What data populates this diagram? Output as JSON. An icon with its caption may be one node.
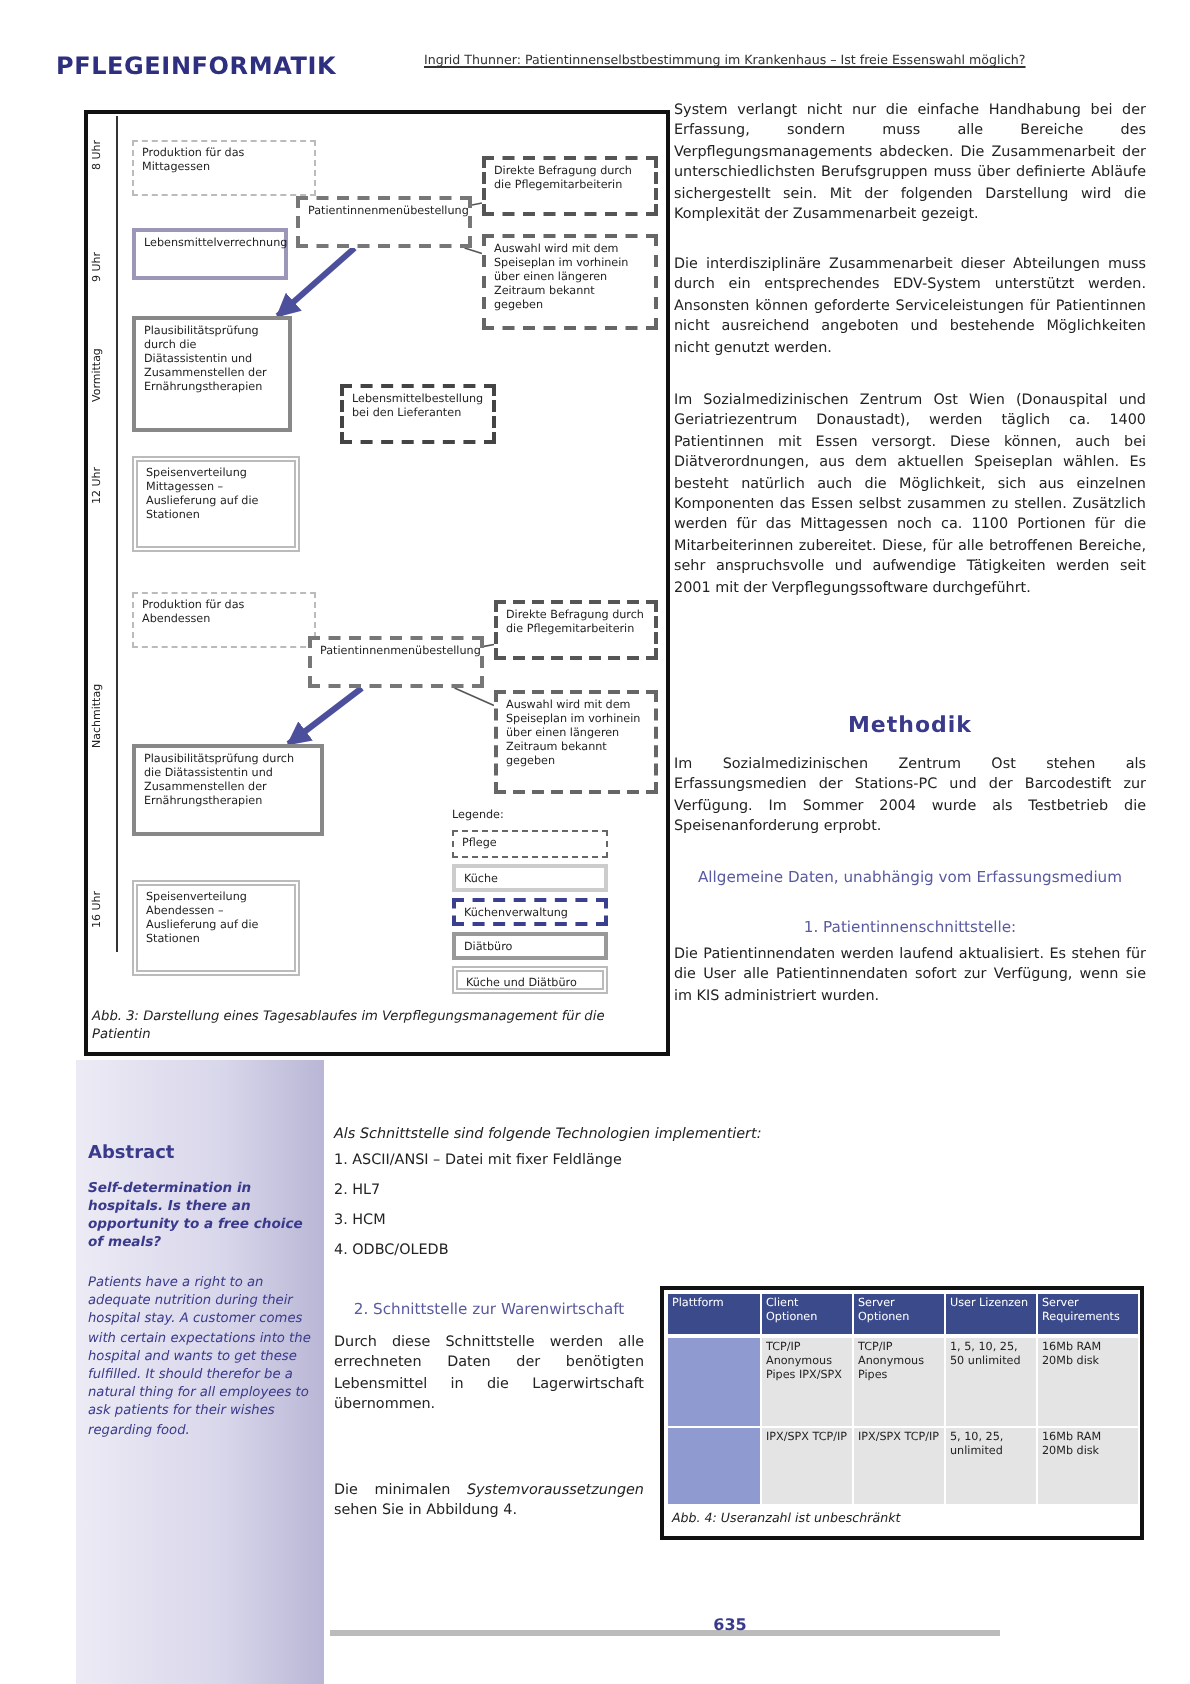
{
  "diagram": {
    "caption": "Abb. 3: Darstellung eines Tagesablaufes im Verpflegungsmanagement für die Patientin",
    "nodes": [
      {
        "text": [
          "Produktion für das Mittagessen"
        ]
      },
      {
        "text": [
          "Lebensmittelverrechnung"
        ]
      },
      {
        "text": [
          "Patientinnenmenübestellung"
        ]
      },
      {
        "text": [
          "Direkte Befragung durch die Pflegemitarbeiterin"
        ]
      },
      {
        "text": [
          "Auswahl wird mit dem Speiseplan im vorhinein über einen längeren Zeitraum bekannt gegeben"
        ]
      },
      {
        "text": [
          "Plausibilitätsprüfung durch die Diätassistentin und Zusammenstellen der Ernährungstherapien"
        ]
      },
      {
        "text": [
          "Lebensmittelbestellung bei den Lieferanten"
        ]
      },
      {
        "text": [
          "Speisenverteilung Mittagessen – Auslieferung auf die Stationen"
        ]
      },
      {
        "text": [
          "Produktion für das Abendessen"
        ]
      },
      {
        "text": [
          "Patientinnenmenübestellung"
        ]
      },
      {
        "text": [
          "Direkte Befragung durch die Pflegemitarbeiterin"
        ]
      },
      {
        "text": [
          "Auswahl wird mit dem Speiseplan im vorhinein über einen längeren Zeitraum bekannt gegeben"
        ]
      },
      {
        "text": [
          "Plausibilitätsprüfung durch die Diätassistentin und Zusammenstellen der Ernährungstherapien"
        ]
      },
      {
        "text": [
          "Speisenverteilung Abendessen – Auslieferung auf die Stationen"
        ]
      }
    ],
    "edges": [
      {
        "from": 2,
        "to": 5,
        "arrow": "to",
        "style": "thick",
        "color": "#4b4f9c"
      },
      {
        "from": 2,
        "to": 3,
        "arrow": "none"
      },
      {
        "from": 2,
        "to": 4,
        "arrow": "none"
      },
      {
        "from": 9,
        "to": 12,
        "arrow": "to",
        "style": "thick",
        "color": "#4b4f9c"
      },
      {
        "from": 9,
        "to": 10,
        "arrow": "none"
      },
      {
        "from": 9,
        "to": 11,
        "arrow": "none"
      }
    ],
    "labels": [
      "PFLEGEINFORMATIK",
      "Ingrid Thunner: Patientinnenselbstbestimmung im Krankenhaus – Ist freie Essenswahl möglich?",
      "8 Uhr",
      "9 Uhr",
      "Vormittag",
      "12 Uhr",
      "Nachmittag",
      "16 Uhr",
      "Legende:",
      "System verlangt nicht nur die einfache Handhabung bei der Erfassung, sondern muss alle Bereiche des Verpflegungsmanagements abdecken. Die Zusammenarbeit der unterschiedlichsten Berufsgruppen muss über definierte Abläufe sichergestellt sein. Mit der folgenden Darstellung wird die Komplexität der Zusammenarbeit gezeigt.",
      "Die interdisziplinäre Zusammenarbeit dieser Abteilungen muss durch ein entsprechendes EDV-System unterstützt werden. Ansonsten können geforderte Serviceleistungen für Patientinnen nicht ausreichend angeboten und bestehende Möglichkeiten nicht genutzt werden.",
      "Im Sozialmedizinischen Zentrum Ost Wien (Donauspital und Geriatriezentrum Donaustadt), werden täglich ca. 1400 Patientinnen mit Essen versorgt. Diese können, auch bei Diätverordnungen, aus dem aktuellen Speiseplan wählen. Es besteht natürlich auch die Möglichkeit, sich aus einzelnen Komponenten das Essen selbst zusammen zu stellen. Zusätzlich werden für das Mittagessen noch ca. 1100 Portionen für die Mitarbeiterinnen zubereitet. Diese, für alle betroffenen Bereiche, sehr anspruchsvolle und aufwendige Tätigkeiten werden seit 2001 mit der Verpflegungssoftware durchgeführt.",
      "Methodik",
      "Im Sozialmedizinischen Zentrum Ost stehen als Erfassungsmedien der Stations-PC und der Barcodestift zur Verfügung. Im Sommer 2004 wurde als Testbetrieb die Speisenanforderung erprobt.",
      "Allgemeine Daten, unabhängig vom Erfassungsmedium",
      "1. Patientinnenschnittstelle:",
      "Die Patientinnendaten werden laufend aktualisiert. Es stehen für die User alle Patientinnendaten sofort zur Verfügung, wenn sie im KIS administriert wurden.",
      "Abstract",
      "Self-determination in hospitals. Is there an opportunity to a free choice of meals?",
      "Patients have a right to an adequate nutrition during their hospital stay. A customer comes with certain expectations into the hospital and wants to get these fulfilled. It should therefor be a natural thing for all employees to ask patients for their wishes regarding food.",
      "Als Schnittstelle sind folgende Technologien implementiert:",
      "1. ASCII/ANSI – Datei mit fixer Feldlänge",
      "2. HL7",
      "3. HCM",
      "4. ODBC/OLEDB",
      "2. Schnittstelle zur Warenwirtschaft",
      "Durch diese Schnittstelle werden alle errechneten Daten der benötigten Lebensmittel in die Lagerwirtschaft übernommen.",
      "Die minimalen *Systemvoraussetzungen* sehen Sie in Abbildung 4.",
      "Plattform",
      "Client Optionen",
      "Server Optionen",
      "User Lizenzen",
      "Server Requirements",
      "TCP/IP Anonymous Pipes IPX/SPX",
      "TCP/IP Anonymous Pipes",
      "1, 5, 10, 25, 50 unlimited",
      "16Mb RAM 20Mb disk",
      "IPX/SPX TCP/IP",
      "IPX/SPX TCP/IP",
      "5, 10, 25, unlimited",
      "16Mb RAM 20Mb disk",
      "Abb. 4: Useranzahl ist unbeschränkt",
      "635"
    ],
    "legend": [
      {
        "text": "Pflege"
      },
      {
        "text": "Küche"
      },
      {
        "text": "Küchenverwaltung"
      },
      {
        "text": "Diätbüro"
      },
      {
        "text": "Küche und Diätbüro"
      }
    ]
  }
}
